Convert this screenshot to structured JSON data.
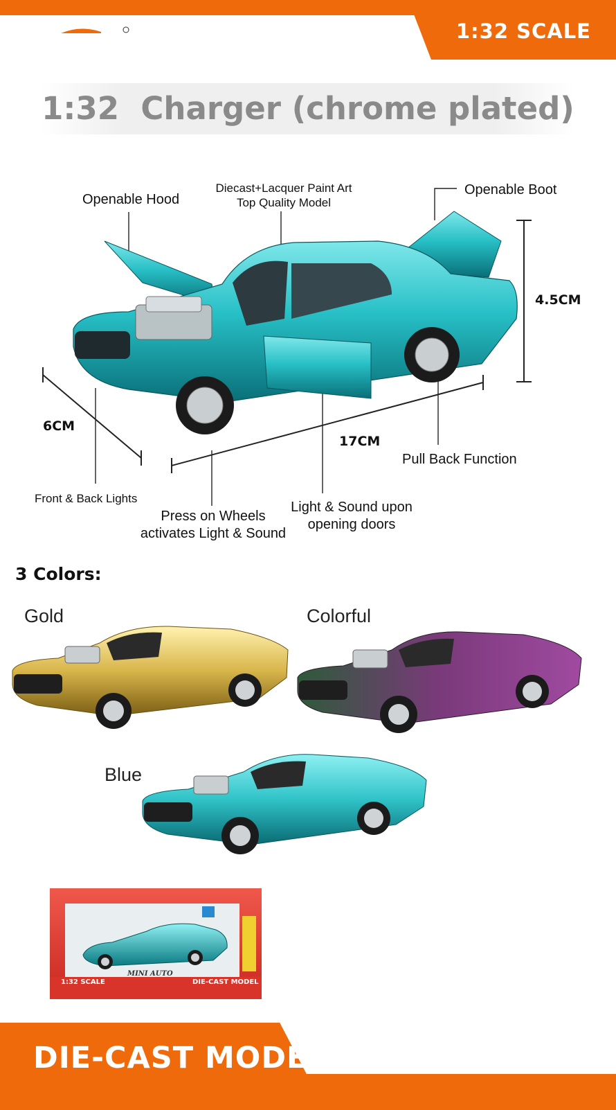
{
  "header": {
    "scale_badge": "1:32 SCALE",
    "title": "1:32  Charger (chrome plated)"
  },
  "callouts": {
    "openable_hood": "Openable Hood",
    "diecast_line1": "Diecast+Lacquer Paint Art",
    "diecast_line2": "Top Quality Model",
    "openable_boot": "Openable Boot",
    "height": "4.5CM",
    "width": "6CM",
    "length": "17CM",
    "pull_back": "Pull Back Function",
    "front_back_lights": "Front & Back Lights",
    "press_wheels_line1": "Press on Wheels",
    "press_wheels_line2": "activates Light & Sound",
    "light_sound_line1": "Light & Sound upon",
    "light_sound_line2": "opening doors"
  },
  "colors_section": {
    "heading": "3 Colors:",
    "variants": [
      {
        "name": "Gold",
        "color": "#d8b54a"
      },
      {
        "name": "Colorful",
        "color": "#7a3a7a"
      },
      {
        "name": "Blue",
        "color": "#2fc3c8"
      }
    ]
  },
  "package": {
    "left_label": "1:32 SCALE",
    "center_label": "MINI AUTO",
    "right_label": "DIE-CAST MODEL"
  },
  "footer": {
    "label": "DIE-CAST MODEL"
  },
  "theme": {
    "accent": "#ee6a0a",
    "title_gray": "#8a8a8a",
    "car_blue": "#2fc3c8"
  }
}
